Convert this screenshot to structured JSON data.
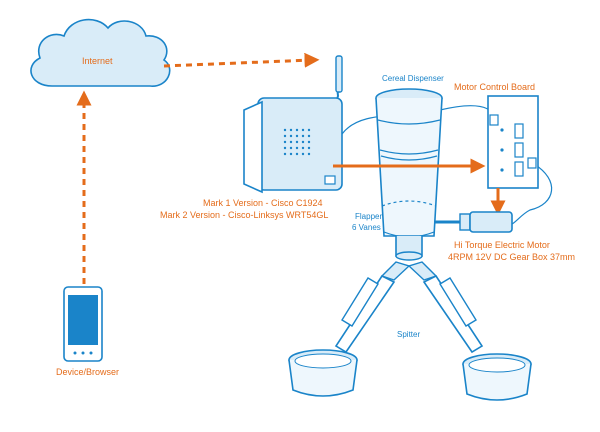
{
  "labels": {
    "internet": "Internet",
    "device": "Device/Browser",
    "cereal_dispenser": "Cereal Dispenser",
    "motor_board": "Motor Control Board",
    "router_line1": "Mark 1 Version - Cisco C1924",
    "router_line2": "Mark 2 Version - Cisco-Linksys WRT54GL",
    "flapper_line1": "Flapper",
    "flapper_line2": "6 Vanes",
    "motor_line1": "Hi Torque Electric Motor",
    "motor_line2": "4RPM 12V DC Gear Box 37mm",
    "splitter": "Spitter"
  },
  "colors": {
    "line_blue": "#1a84c9",
    "fill_blue": "#d9ecf8",
    "arrow_orange": "#e46c1b",
    "device_screen": "#1a84c9"
  },
  "icons": {
    "cloud": "cloud-icon",
    "device": "smartphone-icon",
    "router": "router-icon",
    "dispenser": "cereal-dispenser-icon",
    "board": "circuit-board-icon",
    "motor": "motor-icon",
    "bowl": "bowl-icon"
  }
}
